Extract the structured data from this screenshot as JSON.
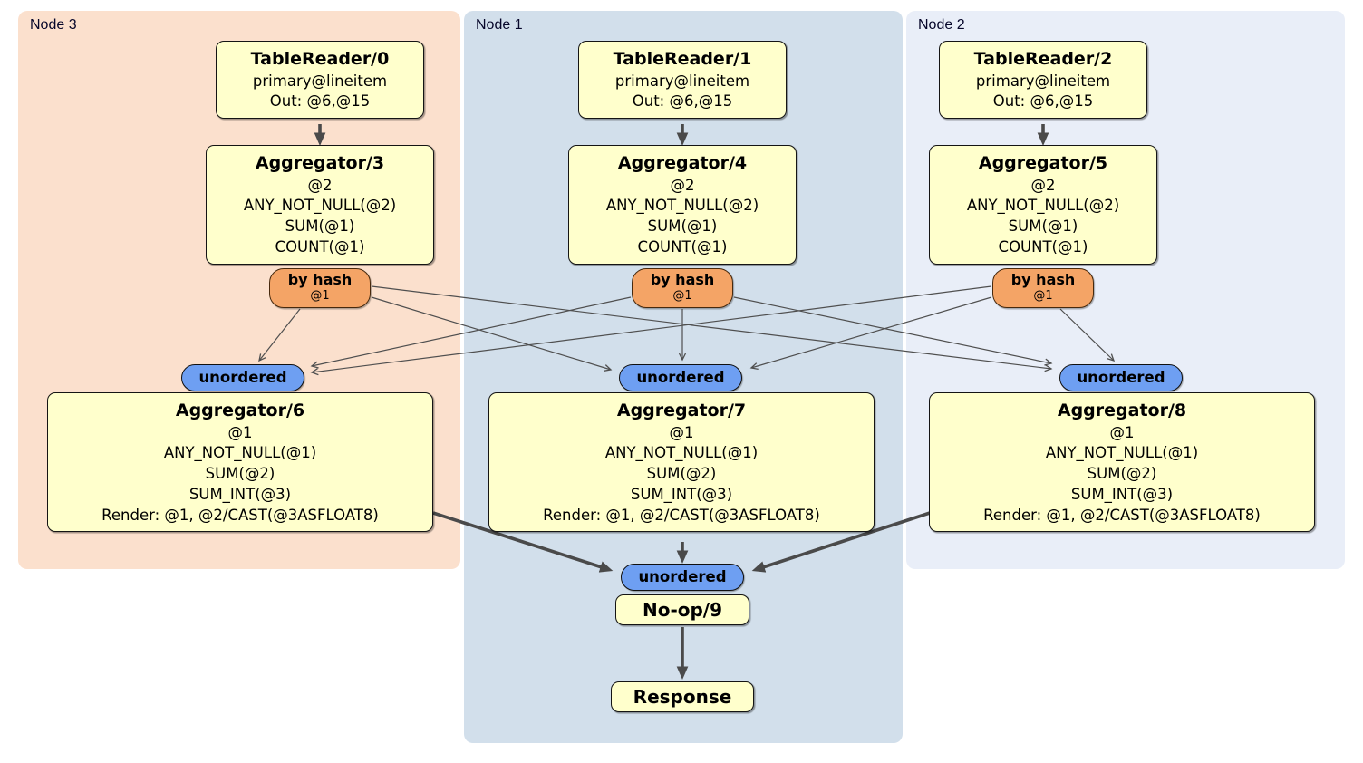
{
  "nodes": [
    {
      "label": "Node 3",
      "table_reader": {
        "title": "TableReader/0",
        "index": "primary@lineitem",
        "out": "Out: @6,@15"
      },
      "aggregator_top": {
        "title": "Aggregator/3",
        "lines": [
          "@2",
          "ANY_NOT_NULL(@2)",
          "SUM(@1)",
          "COUNT(@1)"
        ]
      },
      "router": {
        "label": "by hash",
        "detail": "@1"
      },
      "stream": {
        "label": "unordered"
      },
      "aggregator_bottom": {
        "title": "Aggregator/6",
        "lines": [
          "@1",
          "ANY_NOT_NULL(@1)",
          "SUM(@2)",
          "SUM_INT(@3)",
          "Render: @1, @2/CAST(@3ASFLOAT8)"
        ]
      }
    },
    {
      "label": "Node 1",
      "table_reader": {
        "title": "TableReader/1",
        "index": "primary@lineitem",
        "out": "Out: @6,@15"
      },
      "aggregator_top": {
        "title": "Aggregator/4",
        "lines": [
          "@2",
          "ANY_NOT_NULL(@2)",
          "SUM(@1)",
          "COUNT(@1)"
        ]
      },
      "router": {
        "label": "by hash",
        "detail": "@1"
      },
      "stream": {
        "label": "unordered"
      },
      "aggregator_bottom": {
        "title": "Aggregator/7",
        "lines": [
          "@1",
          "ANY_NOT_NULL(@1)",
          "SUM(@2)",
          "SUM_INT(@3)",
          "Render: @1, @2/CAST(@3ASFLOAT8)"
        ]
      }
    },
    {
      "label": "Node 2",
      "table_reader": {
        "title": "TableReader/2",
        "index": "primary@lineitem",
        "out": "Out: @6,@15"
      },
      "aggregator_top": {
        "title": "Aggregator/5",
        "lines": [
          "@2",
          "ANY_NOT_NULL(@2)",
          "SUM(@1)",
          "COUNT(@1)"
        ]
      },
      "router": {
        "label": "by hash",
        "detail": "@1"
      },
      "stream": {
        "label": "unordered"
      },
      "aggregator_bottom": {
        "title": "Aggregator/8",
        "lines": [
          "@1",
          "ANY_NOT_NULL(@1)",
          "SUM(@2)",
          "SUM_INT(@3)",
          "Render: @1, @2/CAST(@3ASFLOAT8)"
        ]
      }
    }
  ],
  "final": {
    "stream_label": "unordered",
    "noop_label": "No-op/9",
    "response_label": "Response"
  },
  "colors": {
    "node3_bg": "#fbe0cd",
    "node1_bg": "#d2dfeb",
    "node2_bg": "#e9eef8",
    "operator_bg": "#ffffcc",
    "router_bg": "#f4a466",
    "stream_bg": "#6e9ff2",
    "thin_edge": "#4f4f4f",
    "thick_edge": "#4a4a4a"
  }
}
